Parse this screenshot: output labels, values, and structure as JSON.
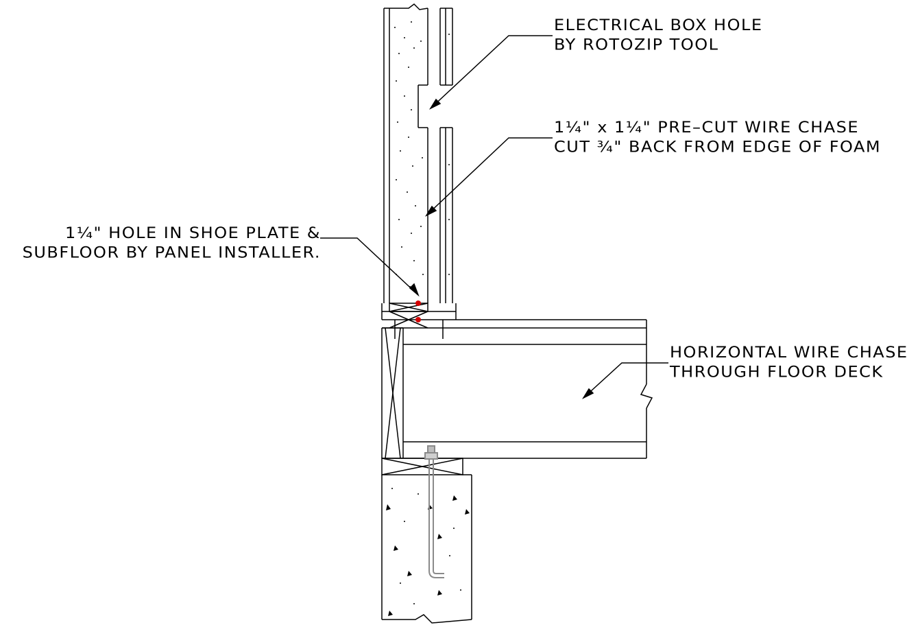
{
  "callouts": {
    "electrical_box": {
      "line1": "ELECTRICAL BOX HOLE",
      "line2": "BY ROTOZIP TOOL"
    },
    "wire_chase": {
      "line1": "1¼\" x 1¼\" PRE–CUT WIRE CHASE",
      "line2": "CUT ¾\" BACK FROM EDGE OF FOAM"
    },
    "shoe_plate_hole": {
      "line1": "1¼\" HOLE IN SHOE PLATE &",
      "line2": "SUBFLOOR BY PANEL INSTALLER."
    },
    "horizontal_chase": {
      "line1": "HORIZONTAL WIRE CHASE",
      "line2": "THROUGH FLOOR DECK"
    }
  },
  "colors": {
    "line": "#000000",
    "marker": "#d40000",
    "anchor_bolt": "#8a8a8a"
  }
}
